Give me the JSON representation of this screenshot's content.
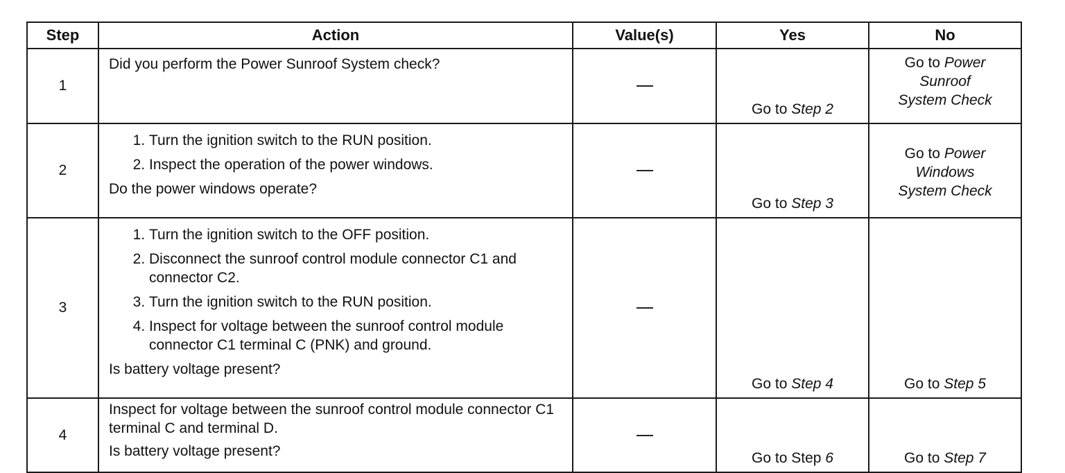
{
  "headers": {
    "step": "Step",
    "action": "Action",
    "values": "Value(s)",
    "yes": "Yes",
    "no": "No"
  },
  "rows": [
    {
      "step": "1",
      "action_text": "Did you perform the Power Sunroof System check?",
      "value": "—",
      "yes": {
        "prefix": "Go to",
        "target": "Step 2"
      },
      "no": {
        "prefix": "Go to",
        "target_line1": "Power",
        "target_line2": "Sunroof",
        "target_line3": "System Check"
      }
    },
    {
      "step": "2",
      "steps": [
        "Turn the ignition switch to the RUN position.",
        "Inspect the operation of the power windows."
      ],
      "question": "Do the power windows operate?",
      "value": "—",
      "yes": {
        "prefix": "Go to",
        "target": "Step 3"
      },
      "no": {
        "prefix": "Go to",
        "target_line1": "Power",
        "target_line2": "Windows",
        "target_line3": "System Check"
      }
    },
    {
      "step": "3",
      "steps": [
        "Turn the ignition switch to the OFF position.",
        "Disconnect the sunroof control module connector C1 and connector C2.",
        "Turn the ignition switch to the RUN position.",
        "Inspect for voltage between the sunroof control module connector C1 terminal C (PNK) and ground."
      ],
      "question": "Is battery voltage present?",
      "value": "—",
      "yes": {
        "prefix": "Go to",
        "target": "Step 4"
      },
      "no": {
        "prefix": "Go to",
        "target": "Step 5"
      }
    },
    {
      "step": "4",
      "action_text": "Inspect for voltage between the sunroof control module connector C1 terminal C and terminal D.",
      "question": "Is battery voltage present?",
      "value": "—",
      "yes": {
        "text": "Go to Step",
        "num": "6"
      },
      "no": {
        "prefix": "Go to",
        "target": "Step 7"
      }
    }
  ]
}
